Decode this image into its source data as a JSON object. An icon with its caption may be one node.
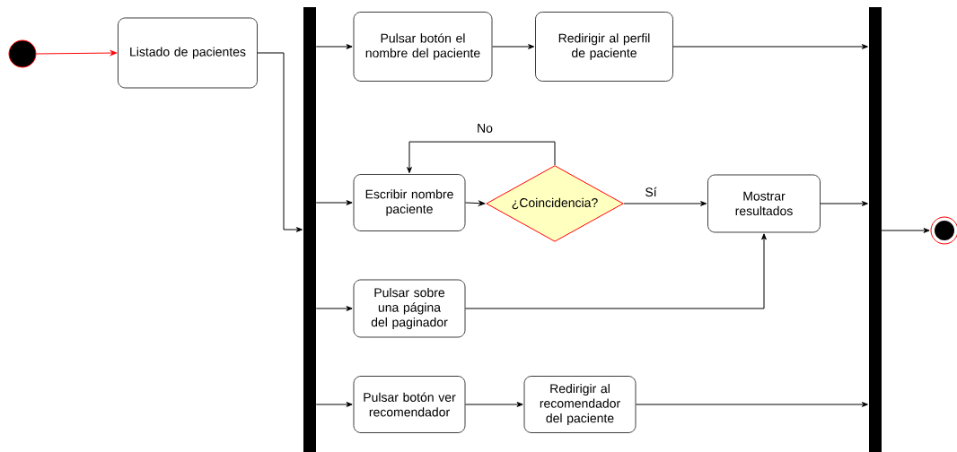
{
  "diagram": {
    "nodes": [
      {
        "text": [],
        "shape": "circle"
      },
      {
        "text": [
          "Listado de pacientes"
        ]
      },
      {
        "text": [],
        "shape": "bar"
      },
      {
        "text": [
          "Pulsar botón el nombre del paciente"
        ]
      },
      {
        "text": [
          "Redirigir al perfil de paciente"
        ]
      },
      {
        "text": [
          "Escribir nombre paciente"
        ]
      },
      {
        "text": [
          "¿Coincidencia?"
        ]
      },
      {
        "text": [
          "Mostrar resultados"
        ]
      },
      {
        "text": [
          "Pulsar sobre una página del paginador"
        ]
      },
      {
        "text": [
          "Pulsar botón ver recomendador"
        ]
      },
      {
        "text": [
          "Redirigir al recomendador del paciente"
        ]
      },
      {
        "text": [],
        "shape": "bar"
      },
      {
        "text": [],
        "shape": "circle"
      }
    ],
    "edges": [
      {
        "from": 0,
        "to": 1,
        "arrow": "to",
        "color": "#ff0000"
      },
      {
        "from": 1,
        "to": 2,
        "arrow": "to"
      },
      {
        "from": 2,
        "to": 3,
        "arrow": "to"
      },
      {
        "from": 2,
        "to": 5,
        "arrow": "to"
      },
      {
        "from": 2,
        "to": 8,
        "arrow": "to"
      },
      {
        "from": 2,
        "to": 9,
        "arrow": "to"
      },
      {
        "from": 3,
        "to": 4,
        "arrow": "to"
      },
      {
        "from": 4,
        "to": 11,
        "arrow": "to"
      },
      {
        "from": 5,
        "to": 6,
        "arrow": "to"
      },
      {
        "from": 6,
        "to": 5,
        "arrow": "to",
        "label": "No"
      },
      {
        "from": 6,
        "to": 7,
        "arrow": "to",
        "label": "Sí"
      },
      {
        "from": 8,
        "to": 7,
        "arrow": "to"
      },
      {
        "from": 7,
        "to": 11,
        "arrow": "to"
      },
      {
        "from": 9,
        "to": 10,
        "arrow": "to"
      },
      {
        "from": 10,
        "to": 11,
        "arrow": "to"
      },
      {
        "from": 11,
        "to": 12,
        "arrow": "to"
      }
    ]
  }
}
